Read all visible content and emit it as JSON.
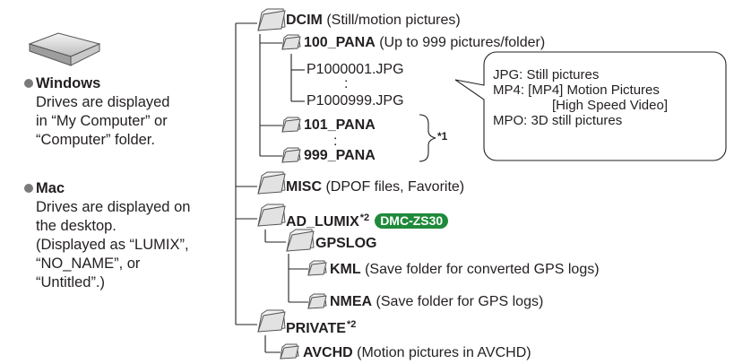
{
  "left": {
    "windows": {
      "title": "Windows",
      "lines": [
        "Drives are displayed",
        "in “My Computer” or",
        "“Computer” folder."
      ]
    },
    "mac": {
      "title": "Mac",
      "lines": [
        "Drives are displayed on",
        "the desktop.",
        "(Displayed as “LUMIX”,",
        "“NO_NAME”, or",
        "“Untitled”.)"
      ]
    }
  },
  "tree": {
    "dcim": {
      "name": "DCIM",
      "desc": " (Still/motion pictures)"
    },
    "pana100": {
      "name": "100_PANA",
      "desc": " (Up to 999 pictures/folder)"
    },
    "file_first": "P1000001.JPG",
    "file_dots": ":",
    "file_last": "P1000999.JPG",
    "pana101": {
      "name": "101_PANA"
    },
    "pana_dots": ":",
    "pana999": {
      "name": "999_PANA"
    },
    "footnote_mark": "*1",
    "misc": {
      "name": "MISC",
      "desc": " (DPOF files, Favorite)"
    },
    "ad_lumix": {
      "name": "AD_LUMIX",
      "sup": "*2",
      "badge": "DMC-ZS30"
    },
    "gpslog": {
      "name": "GPSLOG"
    },
    "kml": {
      "name": "KML",
      "desc": " (Save folder for converted GPS logs)"
    },
    "nmea": {
      "name": "NMEA",
      "desc": " (Save folder for GPS logs)"
    },
    "private": {
      "name": "PRIVATE",
      "sup": "*2"
    },
    "avchd": {
      "name": "AVCHD",
      "desc": " (Motion pictures in AVCHD)"
    }
  },
  "callout": {
    "lines": [
      "JPG: Still pictures",
      "MP4: [MP4] Motion Pictures",
      "[High Speed Video]",
      "MPO: 3D still pictures"
    ]
  },
  "colors": {
    "badge": "#1f8a3b",
    "text": "#231f20",
    "folder_stroke": "#555555"
  }
}
